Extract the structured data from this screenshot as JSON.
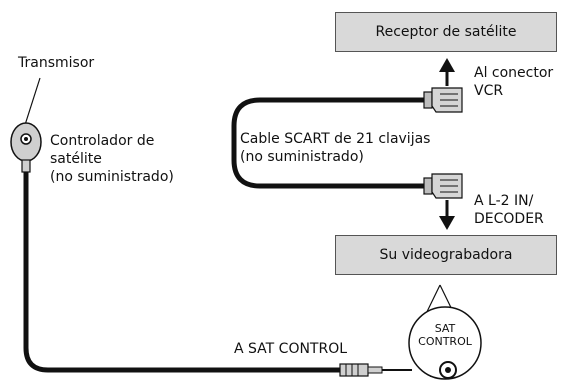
{
  "devices": {
    "satellite_receiver": "Receptor de satélite",
    "vcr": "Su videograbadora"
  },
  "labels": {
    "transmitter": "Transmisor",
    "controller": [
      "Controlador de",
      "satélite",
      "(no suministrado)"
    ],
    "to_vcr_connector": [
      "Al conector",
      "VCR"
    ],
    "scart_cable": [
      "Cable SCART de 21 clavijas",
      "(no suministrado)"
    ],
    "to_l2_decoder": [
      "A L-2 IN/",
      "DECODER"
    ],
    "to_sat_control": "A SAT CONTROL",
    "sat_control_jack": [
      "SAT",
      "CONTROL"
    ]
  },
  "colors": {
    "device_fill": "#d9d9d9",
    "line": "#111111"
  }
}
